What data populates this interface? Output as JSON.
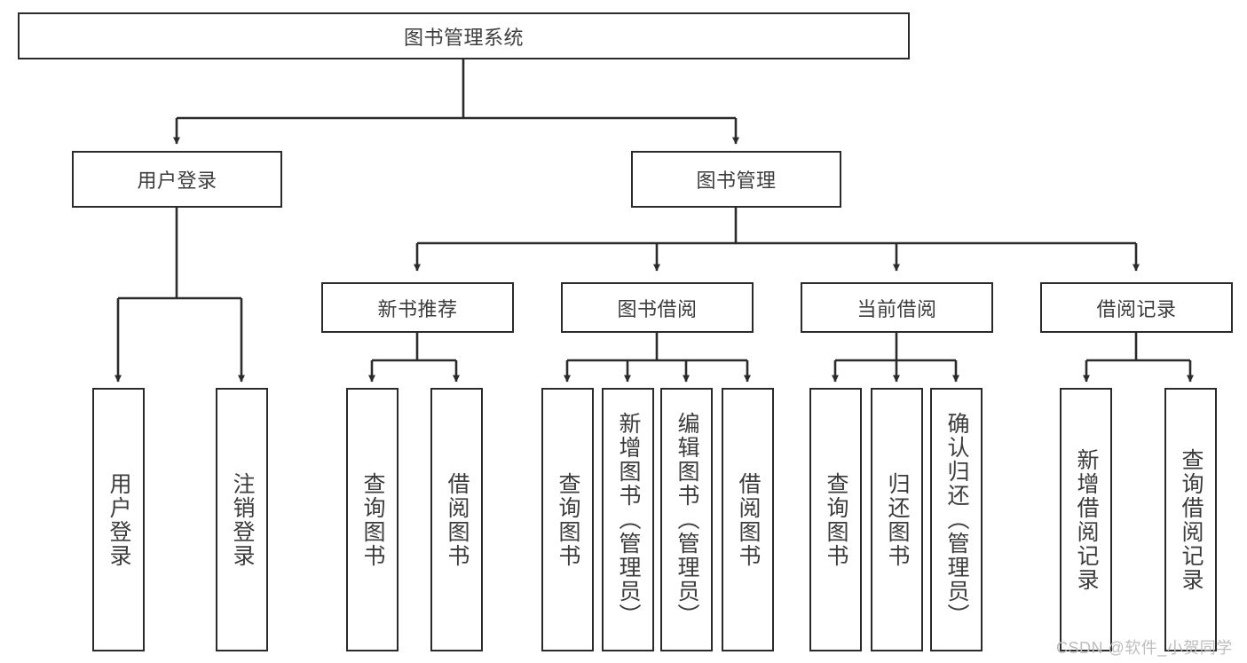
{
  "diagram": {
    "title": "图书管理系统",
    "watermark": "CSDN @软件_小贺同学",
    "colors": {
      "background": "#ffffff",
      "node_border": "#2b2b2b",
      "node_fill": "#ffffff",
      "text": "#3c3c3c",
      "edge": "#2b2b2b",
      "watermark": "#bdbdbd"
    },
    "root": {
      "label": "图书管理系统"
    },
    "level2": [
      {
        "label": "用户登录"
      },
      {
        "label": "图书管理"
      }
    ],
    "level3": [
      {
        "label": "新书推荐"
      },
      {
        "label": "图书借阅"
      },
      {
        "label": "当前借阅"
      },
      {
        "label": "借阅记录"
      }
    ],
    "leaves": {
      "user_login": [
        {
          "label": "用户登录"
        },
        {
          "label": "注销登录"
        }
      ],
      "new_book_recommend": [
        {
          "label": "查询图书"
        },
        {
          "label": "借阅图书"
        }
      ],
      "book_borrow": [
        {
          "label": "查询图书"
        },
        {
          "label": "新增图书（管理员）"
        },
        {
          "label": "编辑图书（管理员）"
        },
        {
          "label": "借阅图书"
        }
      ],
      "current_borrow": [
        {
          "label": "查询图书"
        },
        {
          "label": "归还图书"
        },
        {
          "label": "确认归还（管理员）"
        }
      ],
      "borrow_records": [
        {
          "label": "新增借阅记录"
        },
        {
          "label": "查询借阅记录"
        }
      ]
    }
  }
}
